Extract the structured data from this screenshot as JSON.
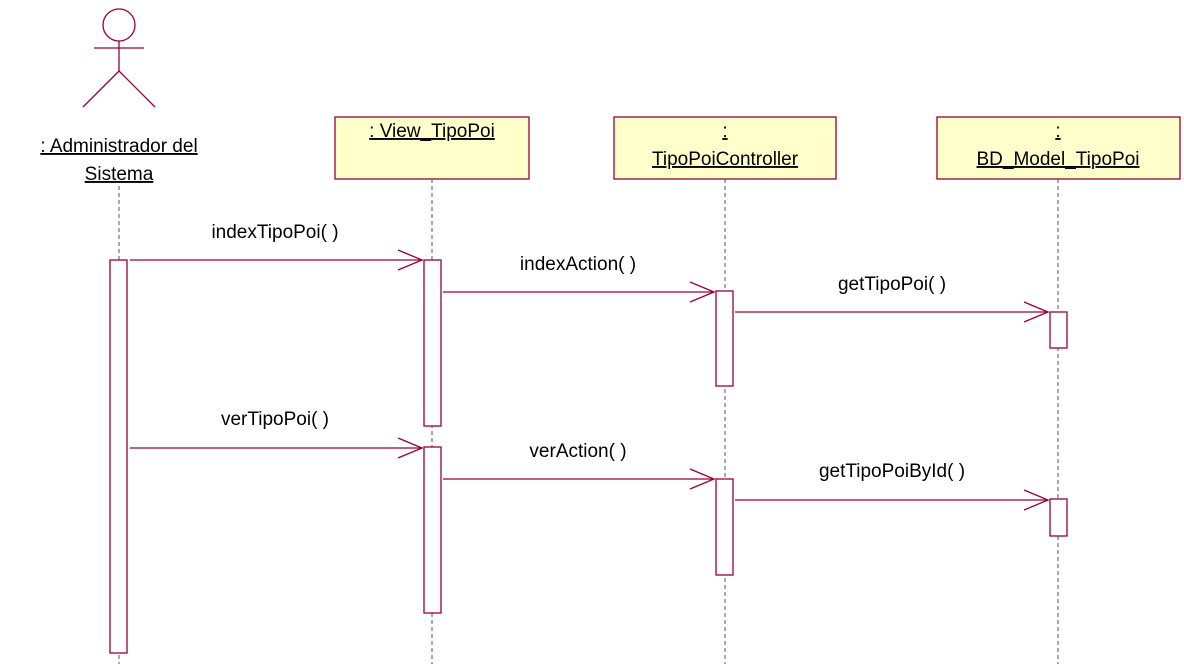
{
  "colors": {
    "line": "#990033",
    "box_fill": "#ffffcc",
    "text": "#000000",
    "lifeline": "#555555"
  },
  "actor": {
    "label_line1": ": Administrador del",
    "label_line2": "Sistema"
  },
  "objects": [
    {
      "id": "view",
      "label_line1": ": View_TipoPoi",
      "label_line2": ""
    },
    {
      "id": "controller",
      "label_line1": ":",
      "label_line2": "TipoPoiController"
    },
    {
      "id": "model",
      "label_line1": ":",
      "label_line2": "BD_Model_TipoPoi"
    }
  ],
  "messages": [
    {
      "label": "indexTipoPoi( )",
      "from": "actor",
      "to": "view"
    },
    {
      "label": "indexAction( )",
      "from": "view",
      "to": "controller"
    },
    {
      "label": "getTipoPoi( )",
      "from": "controller",
      "to": "model"
    },
    {
      "label": "verTipoPoi( )",
      "from": "actor",
      "to": "view"
    },
    {
      "label": "verAction( )",
      "from": "view",
      "to": "controller"
    },
    {
      "label": "getTipoPoiById( )",
      "from": "controller",
      "to": "model"
    }
  ]
}
